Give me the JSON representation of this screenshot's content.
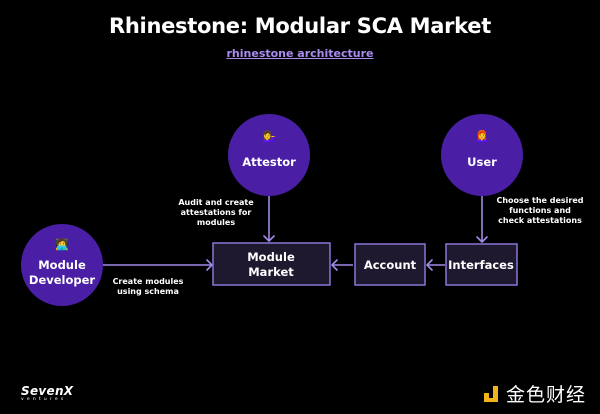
{
  "header": {
    "title": "Rhinestone: Modular SCA Market",
    "subtitle_link": "rhinestone architecture"
  },
  "colors": {
    "background": "#000000",
    "circle_fill": "#4a1fa6",
    "box_fill": "#1f1930",
    "box_border": "#8c74d8",
    "edge": "#a28ae8",
    "link": "#a98cf0",
    "brand_right": "#f2b418"
  },
  "nodes": {
    "attestor": {
      "label": "Attestor",
      "icon": "person-tipping-hand-icon",
      "emoji": "💁‍♀️"
    },
    "user": {
      "label": "User",
      "icon": "woman-red-hair-icon",
      "emoji": "👩‍🦰"
    },
    "developer": {
      "label_line1": "Module",
      "label_line2": "Developer",
      "icon": "technologist-icon",
      "emoji": "🧑‍💻"
    },
    "module_market": {
      "label_line1": "Module",
      "label_line2": "Market"
    },
    "account": {
      "label": "Account"
    },
    "interfaces": {
      "label": "Interfaces"
    }
  },
  "edges": {
    "attestor_to_market": {
      "line1": "Audit and create",
      "line2": "attestations for",
      "line3": "modules"
    },
    "user_to_interfaces": {
      "line1": "Choose the desired",
      "line2": "functions and",
      "line3": "check attestations"
    },
    "developer_to_market": {
      "line1": "Create modules",
      "line2": "using schema"
    },
    "account_to_market": {},
    "interfaces_to_account": {}
  },
  "footer": {
    "left_logo_name": "SevenX",
    "left_logo_sub": "ventures",
    "right_logo_text": "金色财经"
  }
}
